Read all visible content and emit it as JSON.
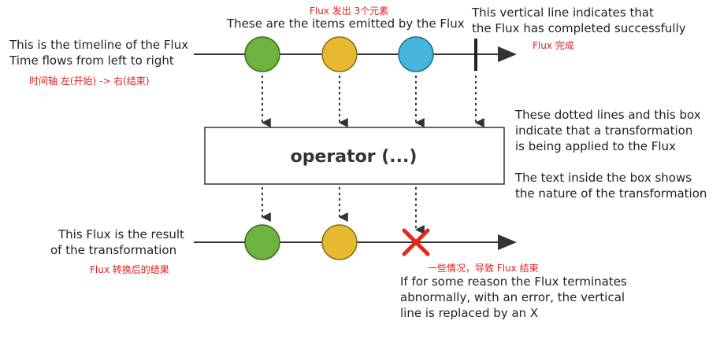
{
  "colors": {
    "green": "#6db33f",
    "yellow": "#e6b931",
    "blue": "#45b5dc",
    "error_red": "#e8271b",
    "annotation_red": "#e02020"
  },
  "icons": {
    "error_marker": "x-cross-icon"
  },
  "source": {
    "timeline_label": [
      "This is the timeline of the Flux",
      "Time flows from left to right"
    ],
    "timeline_note": "时间轴  左(开始) -> 右(结束)",
    "items_note": "Flux 发出 3个元素",
    "items_label": "These are the items emitted by the Flux",
    "complete_label": [
      "This vertical line indicates that",
      "the Flux has completed successfully"
    ],
    "complete_note": "Flux 完成"
  },
  "operator": {
    "label": "operator (...)",
    "description": [
      "These dotted lines and this box",
      "indicate that a transformation",
      "is being applied to the Flux",
      "",
      "The text inside the box shows",
      "the nature of the transformation"
    ]
  },
  "result": {
    "label": [
      "This Flux is the result",
      "of the transformation"
    ],
    "note": "Flux 转换后的结果",
    "error_note": "一些情况，导致 Flux 结束",
    "error_label": [
      "If for some reason the Flux terminates",
      "abnormally, with an error, the vertical",
      "line is replaced by an X"
    ]
  }
}
